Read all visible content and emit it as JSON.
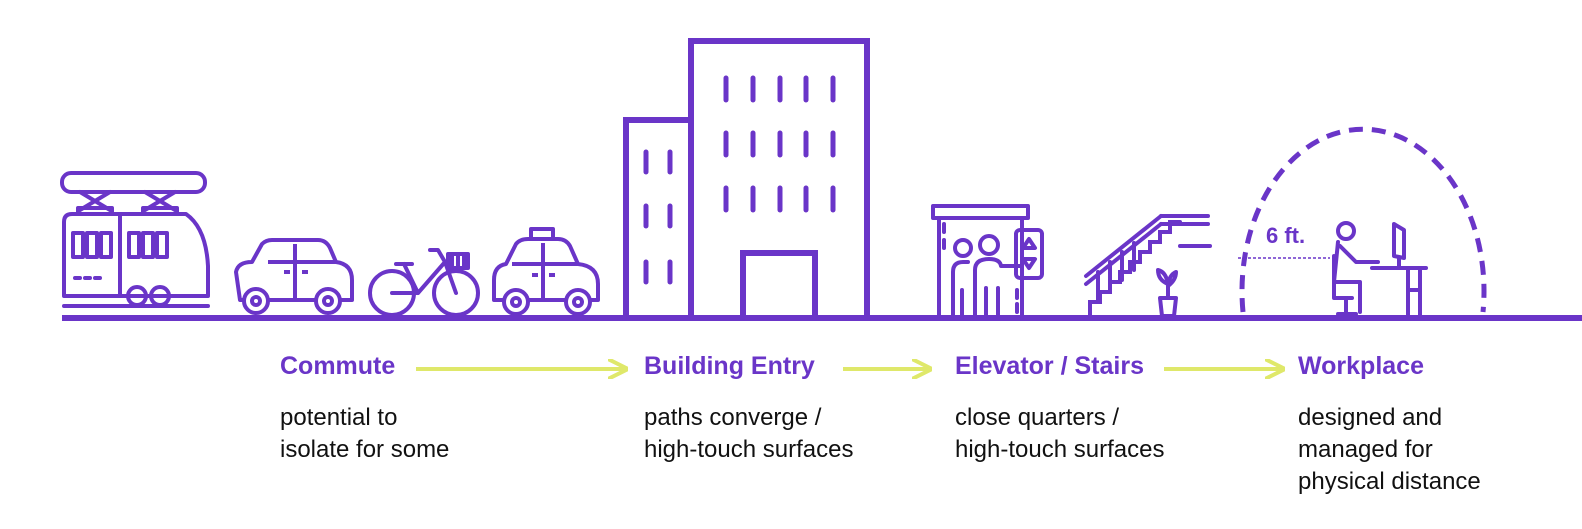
{
  "colors": {
    "primary": "#6a35c8",
    "arrow": "#dfe86a",
    "text": "#111111"
  },
  "icons": [
    "tram-icon",
    "car-icon",
    "bicycle-icon",
    "taxi-icon",
    "office-building-icon",
    "elevator-icon",
    "stairs-icon",
    "plant-icon",
    "desk-worker-icon"
  ],
  "distance_label": "6 ft.",
  "stages": [
    {
      "title": "Commute",
      "desc": [
        "potential to",
        "isolate for some"
      ]
    },
    {
      "title": "Building Entry",
      "desc": [
        "paths converge /",
        "high-touch surfaces"
      ]
    },
    {
      "title": "Elevator / Stairs",
      "desc": [
        "close quarters /",
        "high-touch surfaces"
      ]
    },
    {
      "title": "Workplace",
      "desc": [
        "designed and",
        "managed for",
        "physical distance"
      ]
    }
  ]
}
